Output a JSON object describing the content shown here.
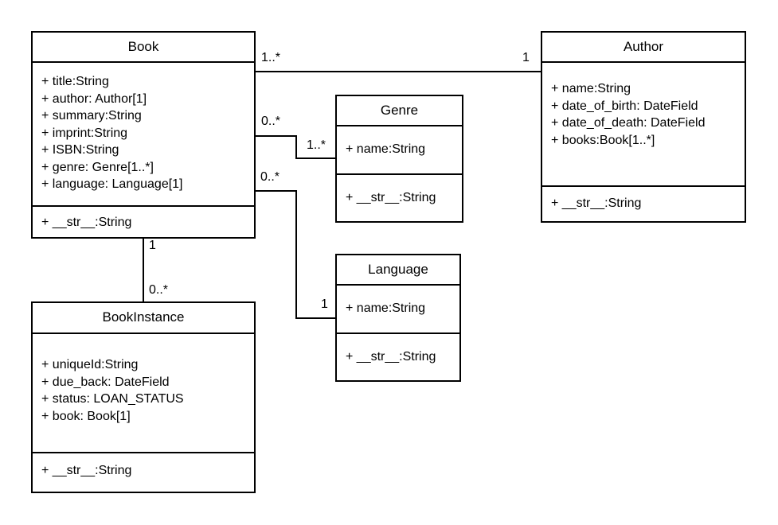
{
  "classes": {
    "book": {
      "name": "Book",
      "attributes": [
        "+ title:String",
        "+ author: Author[1]",
        "+ summary:String",
        "+ imprint:String",
        "+ ISBN:String",
        "+ genre: Genre[1..*]",
        "+ language: Language[1]"
      ],
      "methods": [
        "+ __str__:String"
      ]
    },
    "author": {
      "name": "Author",
      "attributes": [
        "+ name:String",
        "+ date_of_birth: DateField",
        "+ date_of_death: DateField",
        "+ books:Book[1..*]"
      ],
      "methods": [
        "+ __str__:String"
      ]
    },
    "genre": {
      "name": "Genre",
      "attributes": [
        "+ name:String"
      ],
      "methods": [
        "+ __str__:String"
      ]
    },
    "language": {
      "name": "Language",
      "attributes": [
        "+ name:String"
      ],
      "methods": [
        "+ __str__:String"
      ]
    },
    "bookinstance": {
      "name": "BookInstance",
      "attributes": [
        "+ uniqueId:String",
        "+ due_back: DateField",
        "+ status: LOAN_STATUS",
        "+ book: Book[1]"
      ],
      "methods": [
        "+ __str__:String"
      ]
    }
  },
  "associations": {
    "book_author": {
      "book_end": "1..*",
      "author_end": "1"
    },
    "book_genre": {
      "book_end": "0..*",
      "genre_end": "1..*"
    },
    "book_language": {
      "book_end": "0..*",
      "language_end": "1"
    },
    "book_bookinstance": {
      "book_end": "1",
      "bookinstance_end": "0..*"
    }
  }
}
